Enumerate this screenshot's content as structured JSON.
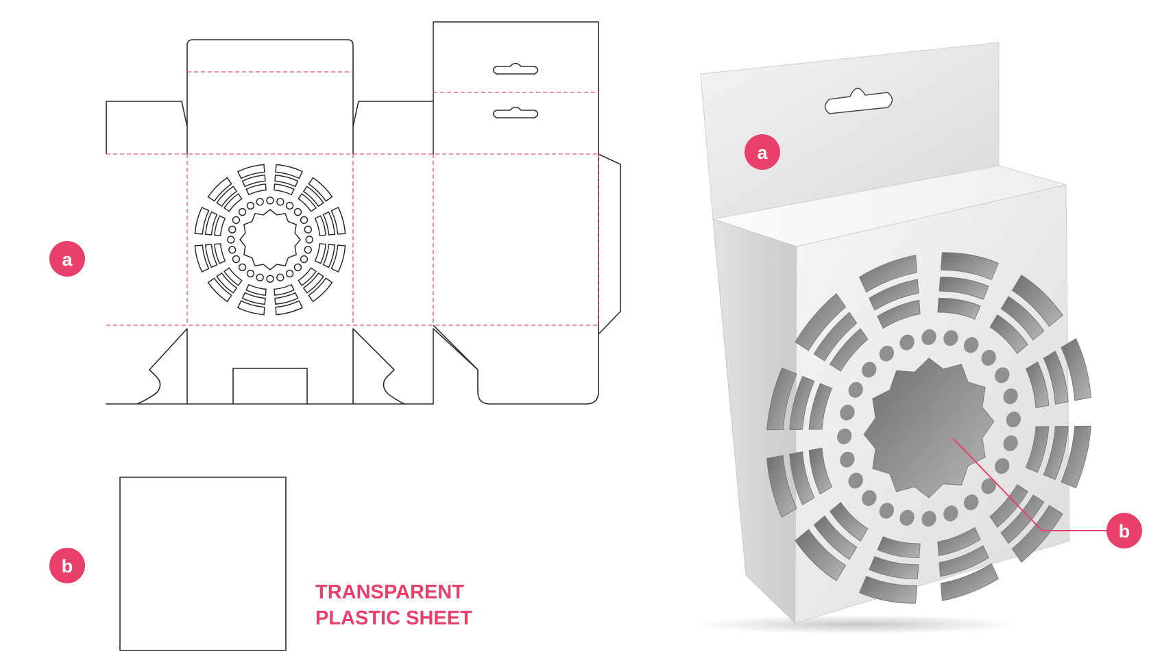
{
  "colors": {
    "accent": "#e8406a",
    "cut_line": "#2b2b2b",
    "fold_line": "#e0506a",
    "box_shade": "#e2e2e2",
    "window": "#8f8f8f"
  },
  "labels": {
    "dieline_part": "a",
    "sheet_part": "b",
    "box_part": "a",
    "window_part": "b"
  },
  "caption": {
    "line1": "TRANSPARENT",
    "line2": "PLASTIC SHEET"
  }
}
